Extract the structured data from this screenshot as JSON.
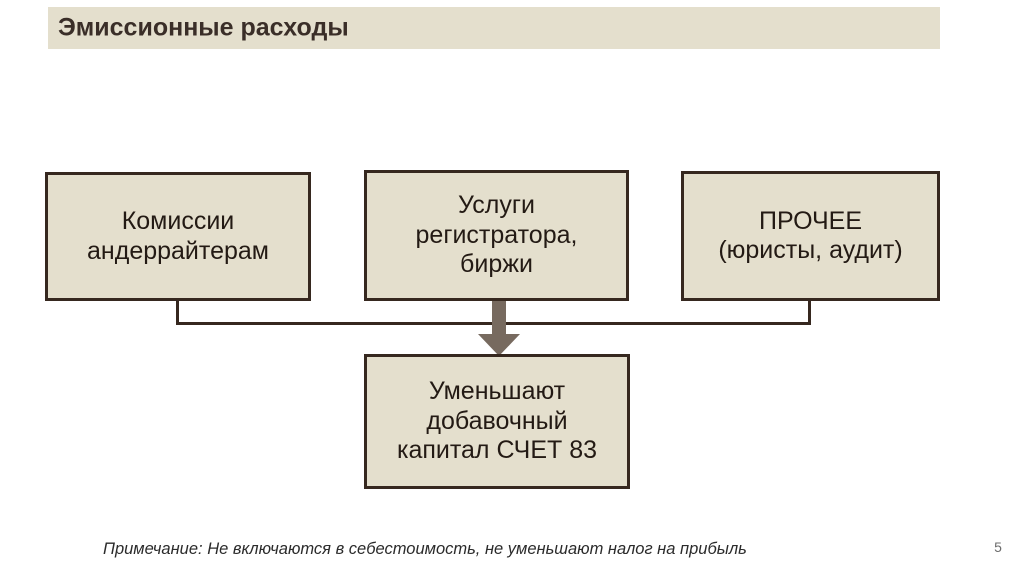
{
  "slide": {
    "title": "Эмиссионные расходы",
    "number": "5",
    "footer_note": "Примечание: Не включаются в себестоимость, не уменьшают налог на прибыль"
  },
  "colors": {
    "box_fill": "#e4dfcd",
    "box_border": "#36281f",
    "title_text": "#3a2e28",
    "arrow_fill": "#776a5f",
    "background": "#ffffff",
    "slide_number_text": "#6d6d6d"
  },
  "diagram": {
    "type": "flowchart",
    "top_boxes": [
      {
        "id": "underwriter-fees",
        "label": "Комиссии\nандеррайтерам"
      },
      {
        "id": "registrar-exchange",
        "label": "Услуги\nрегистратора,\nбиржи"
      },
      {
        "id": "other-legal-audit",
        "label": "ПРОЧЕЕ\n(юристы, аудит)"
      }
    ],
    "result_box": {
      "id": "reduce-additional-capital",
      "label": "Уменьшают\nдобавочный\nкапитал СЧЕТ 83"
    },
    "connectors": [
      {
        "from": "underwriter-fees",
        "to": "reduce-additional-capital",
        "style": "elbow"
      },
      {
        "from": "registrar-exchange",
        "to": "reduce-additional-capital",
        "style": "arrow-down"
      },
      {
        "from": "other-legal-audit",
        "to": "reduce-additional-capital",
        "style": "elbow"
      }
    ]
  }
}
